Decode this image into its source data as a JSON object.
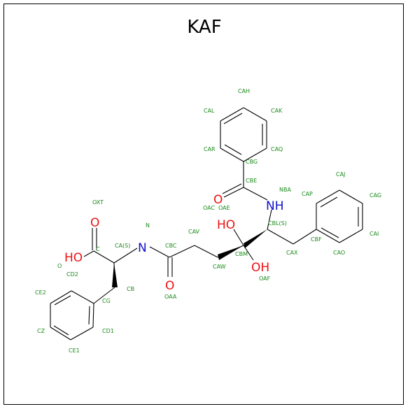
{
  "title": "KAF",
  "colors": {
    "bond": "#000000",
    "atom_label": "#1a8a1a",
    "oxygen": "#ee1111",
    "nitrogen": "#1111cc"
  },
  "element_labels": {
    "o_acid_top": "O",
    "ho_acid": "HO",
    "n_main": "N",
    "o_amide": "O",
    "ho_upper": "HO",
    "oh_lower": "OH",
    "nh_upper": "NH",
    "o_upper": "O"
  },
  "atom_names": {
    "oxt": "OXT",
    "c": "C",
    "o": "O",
    "ca": "CA(S)",
    "n": "N",
    "cb": "CB",
    "cg": "CG",
    "cd2": "CD2",
    "cd1": "CD1",
    "ce2": "CE2",
    "ce1": "CE1",
    "cz": "CZ",
    "cbc": "CBC",
    "oaa": "OAA",
    "cav": "CAV",
    "caw": "CAW",
    "cbm": "CBM",
    "oac": "OAC",
    "oae": "OAE",
    "oaf": "OAF",
    "cbl": "CBL(S)",
    "nba": "NBA",
    "cbe": "CBE",
    "cbg": "CBG",
    "car": "CAR",
    "caq": "CAQ",
    "cal": "CAL",
    "cak": "CAK",
    "cah": "CAH",
    "cax": "CAX",
    "cbf": "CBF",
    "cap": "CAP",
    "caj": "CAJ",
    "cag": "CAG",
    "cai": "CAI",
    "cao": "CAO"
  }
}
